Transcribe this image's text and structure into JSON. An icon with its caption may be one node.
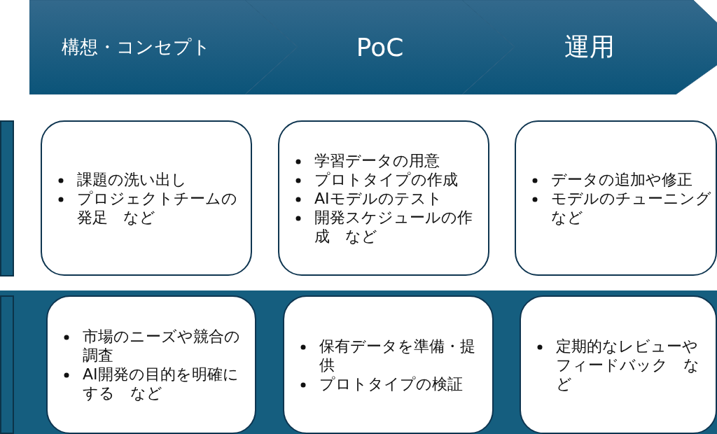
{
  "diagram": {
    "nodes": [
      {
        "text": [
          "構想・コンセプト"
        ]
      },
      {
        "text": [
          "PoC"
        ]
      },
      {
        "text": [
          "運用"
        ]
      },
      {
        "text": [],
        "shape": "box"
      },
      {
        "text": [
          "課題の洗い出し",
          "プロジェクトチームの発足　など"
        ]
      },
      {
        "text": [
          "学習データの用意",
          "プロトタイプの作成",
          "AIモデルのテスト",
          "開発スケジュールの作成　など"
        ]
      },
      {
        "text": [
          "データの追加や修正",
          "モデルのチューニングなど"
        ]
      },
      {
        "text": [],
        "shape": "box"
      },
      {
        "text": [],
        "shape": "box",
        "in": 7
      },
      {
        "text": [
          "市場のニーズや競合の調査",
          "AI開発の目的を明確にする　など"
        ],
        "in": 7
      },
      {
        "text": [
          "保有データを準備・提供",
          "プロトタイプの検証"
        ],
        "in": 7
      },
      {
        "text": [
          "定期的なレビューやフィードバック　など"
        ],
        "in": 7
      }
    ]
  }
}
